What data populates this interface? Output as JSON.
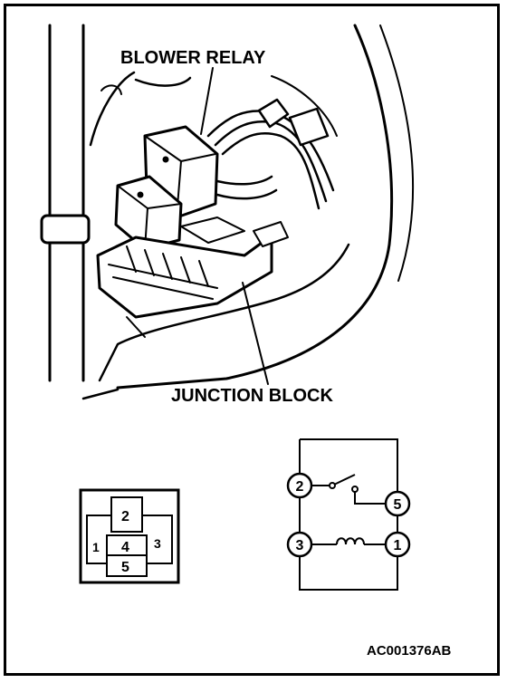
{
  "labels": {
    "blower_relay": "BLOWER RELAY",
    "junction_block": "JUNCTION BLOCK",
    "figure_code": "AC001376AB"
  },
  "connector_face": {
    "pins": [
      "1",
      "2",
      "3",
      "4",
      "5"
    ]
  },
  "relay_schematic": {
    "terminals": [
      "1",
      "2",
      "3",
      "5"
    ]
  }
}
